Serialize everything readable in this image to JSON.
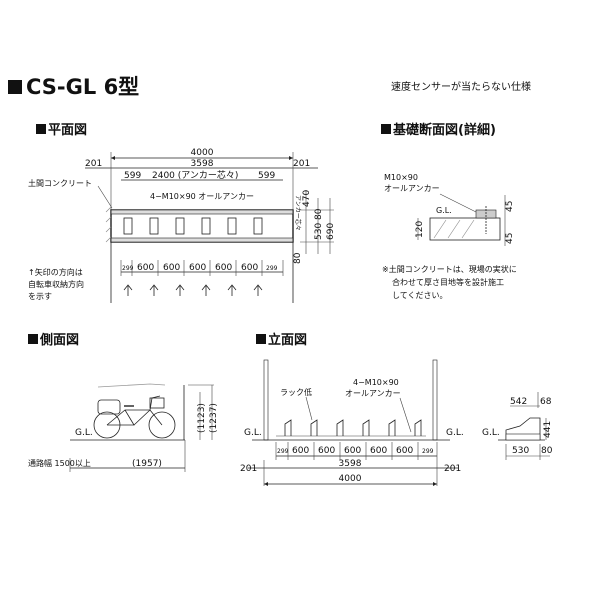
{
  "title": "CS-GL 6型",
  "spec_note": "速度センサーが当たらない仕様",
  "plan": {
    "heading": "平面図",
    "overall": "4000",
    "inner": "3598",
    "side_left": "201",
    "side_right": "201",
    "pitch_left": "599",
    "anchor_pitch": "2400 (アンカー芯々)",
    "pitch_right": "599",
    "anchor_callout": "4−M10×90 オールアンカー",
    "concrete_label": "土間コンクリート",
    "anchor_small": "アンカー芯々",
    "right_dims": [
      "470",
      "80",
      "530",
      "690",
      "80"
    ],
    "bottom_dims": [
      "299",
      "600",
      "600",
      "600",
      "600",
      "600",
      "299"
    ],
    "arrow_note": [
      "↑矢印の方向は",
      "自転車収納方向",
      "を示す"
    ]
  },
  "foundation": {
    "heading": "基礎断面図(詳細)",
    "anchor_label": [
      "M10×90",
      "オールアンカー"
    ],
    "gl": "G.L.",
    "dim_left": "120",
    "dim_top": "45",
    "dim_bottom": "45",
    "note": [
      "※土間コンクリートは、現場の実状に",
      "合わせて厚さ目地等を設計施工",
      "してください。"
    ]
  },
  "side": {
    "heading": "側面図",
    "gl": "G.L.",
    "dim_a": "(1123)",
    "dim_b": "(1237)",
    "passage": "通路幅 1500以上",
    "length": "(1957)"
  },
  "elevation": {
    "heading": "立面図",
    "rack_low": "ラック低",
    "anchor_callout": [
      "4−M10×90",
      "オールアンカー"
    ],
    "gl": "G.L.",
    "bottom_dims": [
      "299",
      "600",
      "600",
      "600",
      "600",
      "600",
      "299"
    ],
    "side_left": "201",
    "side_right": "201",
    "inner": "3598",
    "overall": "4000"
  },
  "detail": {
    "gl": "G.L.",
    "dim_542": "542",
    "dim_68": "68",
    "dim_441": "441",
    "dim_530": "530",
    "dim_80": "80"
  }
}
